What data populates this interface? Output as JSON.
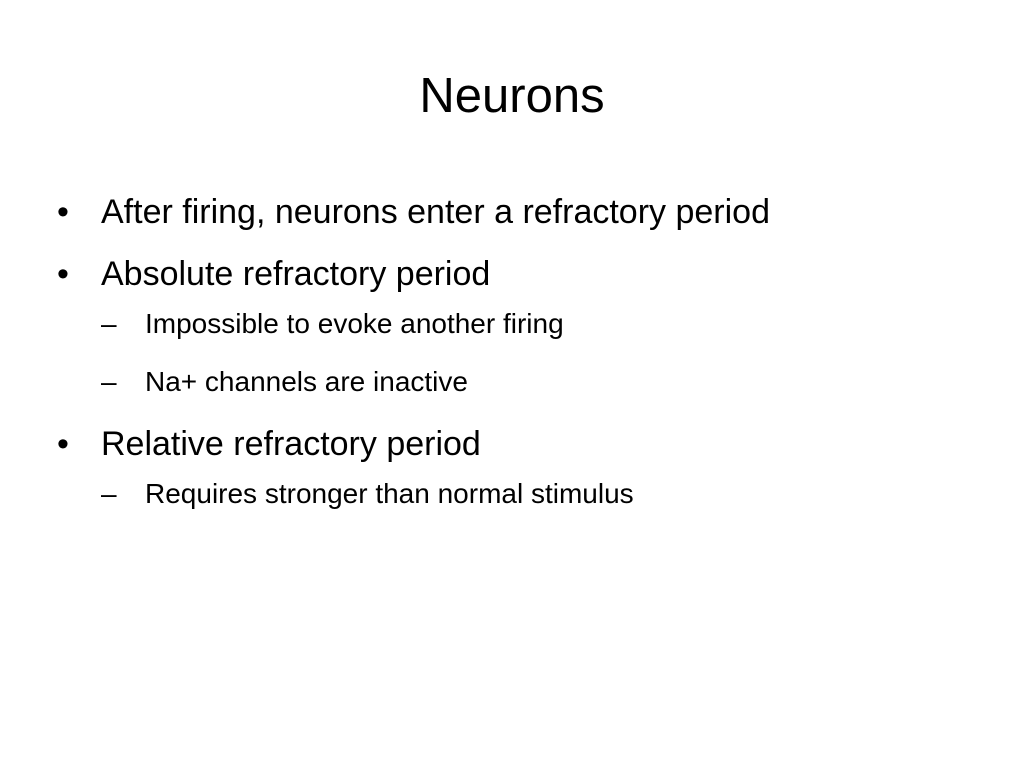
{
  "slide": {
    "title": "Neurons",
    "bullet_glyph": "•",
    "dash_glyph": "–",
    "items": [
      {
        "text": "After firing, neurons enter a refractory period",
        "subitems": []
      },
      {
        "text": "Absolute refractory period",
        "subitems": [
          "Impossible to evoke another firing",
          "Na+ channels are inactive"
        ]
      },
      {
        "text": "Relative refractory period",
        "subitems": [
          "Requires stronger than normal stimulus"
        ]
      }
    ]
  }
}
